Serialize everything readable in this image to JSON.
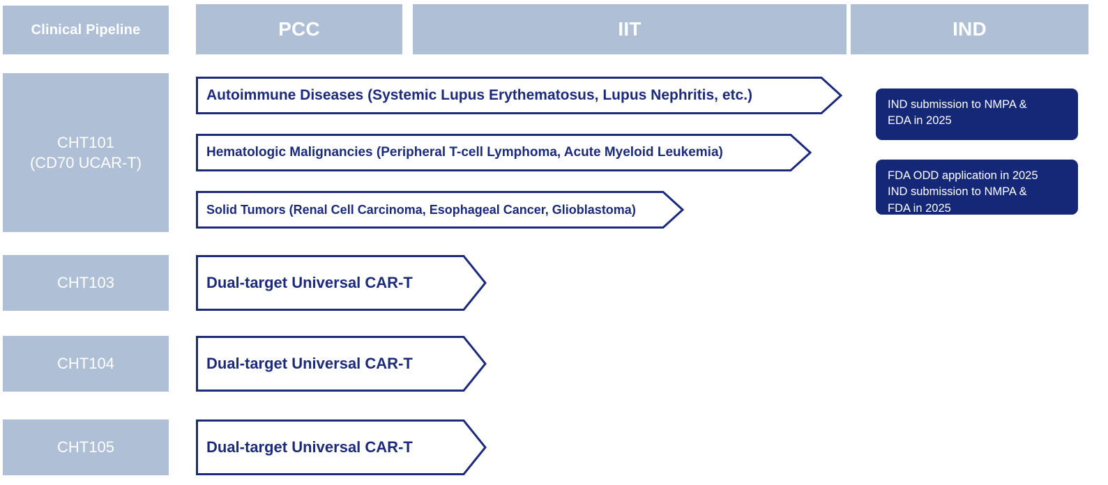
{
  "colors": {
    "header_fill": "#aebfd6",
    "header_text": "#ffffff",
    "arrow_stroke": "#1b2a7a",
    "arrow_text": "#1b2a7a",
    "arrow_fill": "#ffffff",
    "milestone_fill": "#152878",
    "milestone_text": "#ffffff",
    "page_background": "#ffffff"
  },
  "header": {
    "clinical_pipeline": "Clinical Pipeline",
    "stages": [
      {
        "key": "pcc",
        "label": "PCC"
      },
      {
        "key": "iit",
        "label": "IIT"
      },
      {
        "key": "ind",
        "label": "IND"
      }
    ]
  },
  "programs": [
    {
      "id": "cht101",
      "name_line1": "CHT101",
      "name_line2": "(CD70 UCAR-T)",
      "indications": [
        "Autoimmune Diseases (Systemic Lupus Erythematosus, Lupus Nephritis, etc.)",
        "Hematologic Malignancies (Peripheral T-cell Lymphoma, Acute Myeloid Leukemia)",
        "Solid Tumors (Renal Cell Carcinoma, Esophageal Cancer, Glioblastoma)"
      ]
    },
    {
      "id": "cht103",
      "name_line1": "CHT103",
      "name_line2": "",
      "indications": [
        "Dual-target Universal CAR-T"
      ]
    },
    {
      "id": "cht104",
      "name_line1": "CHT104",
      "name_line2": "",
      "indications": [
        "Dual-target Universal CAR-T"
      ]
    },
    {
      "id": "cht105",
      "name_line1": "CHT105",
      "name_line2": "",
      "indications": [
        "Dual-target Universal CAR-T"
      ]
    }
  ],
  "ind_milestones": [
    {
      "id": "milestone-1",
      "lines": [
        "IND submission to NMPA &",
        "EDA in 2025"
      ]
    },
    {
      "id": "milestone-2",
      "lines": [
        "FDA ODD application in 2025",
        "IND submission to NMPA &",
        "FDA in 2025"
      ]
    }
  ]
}
